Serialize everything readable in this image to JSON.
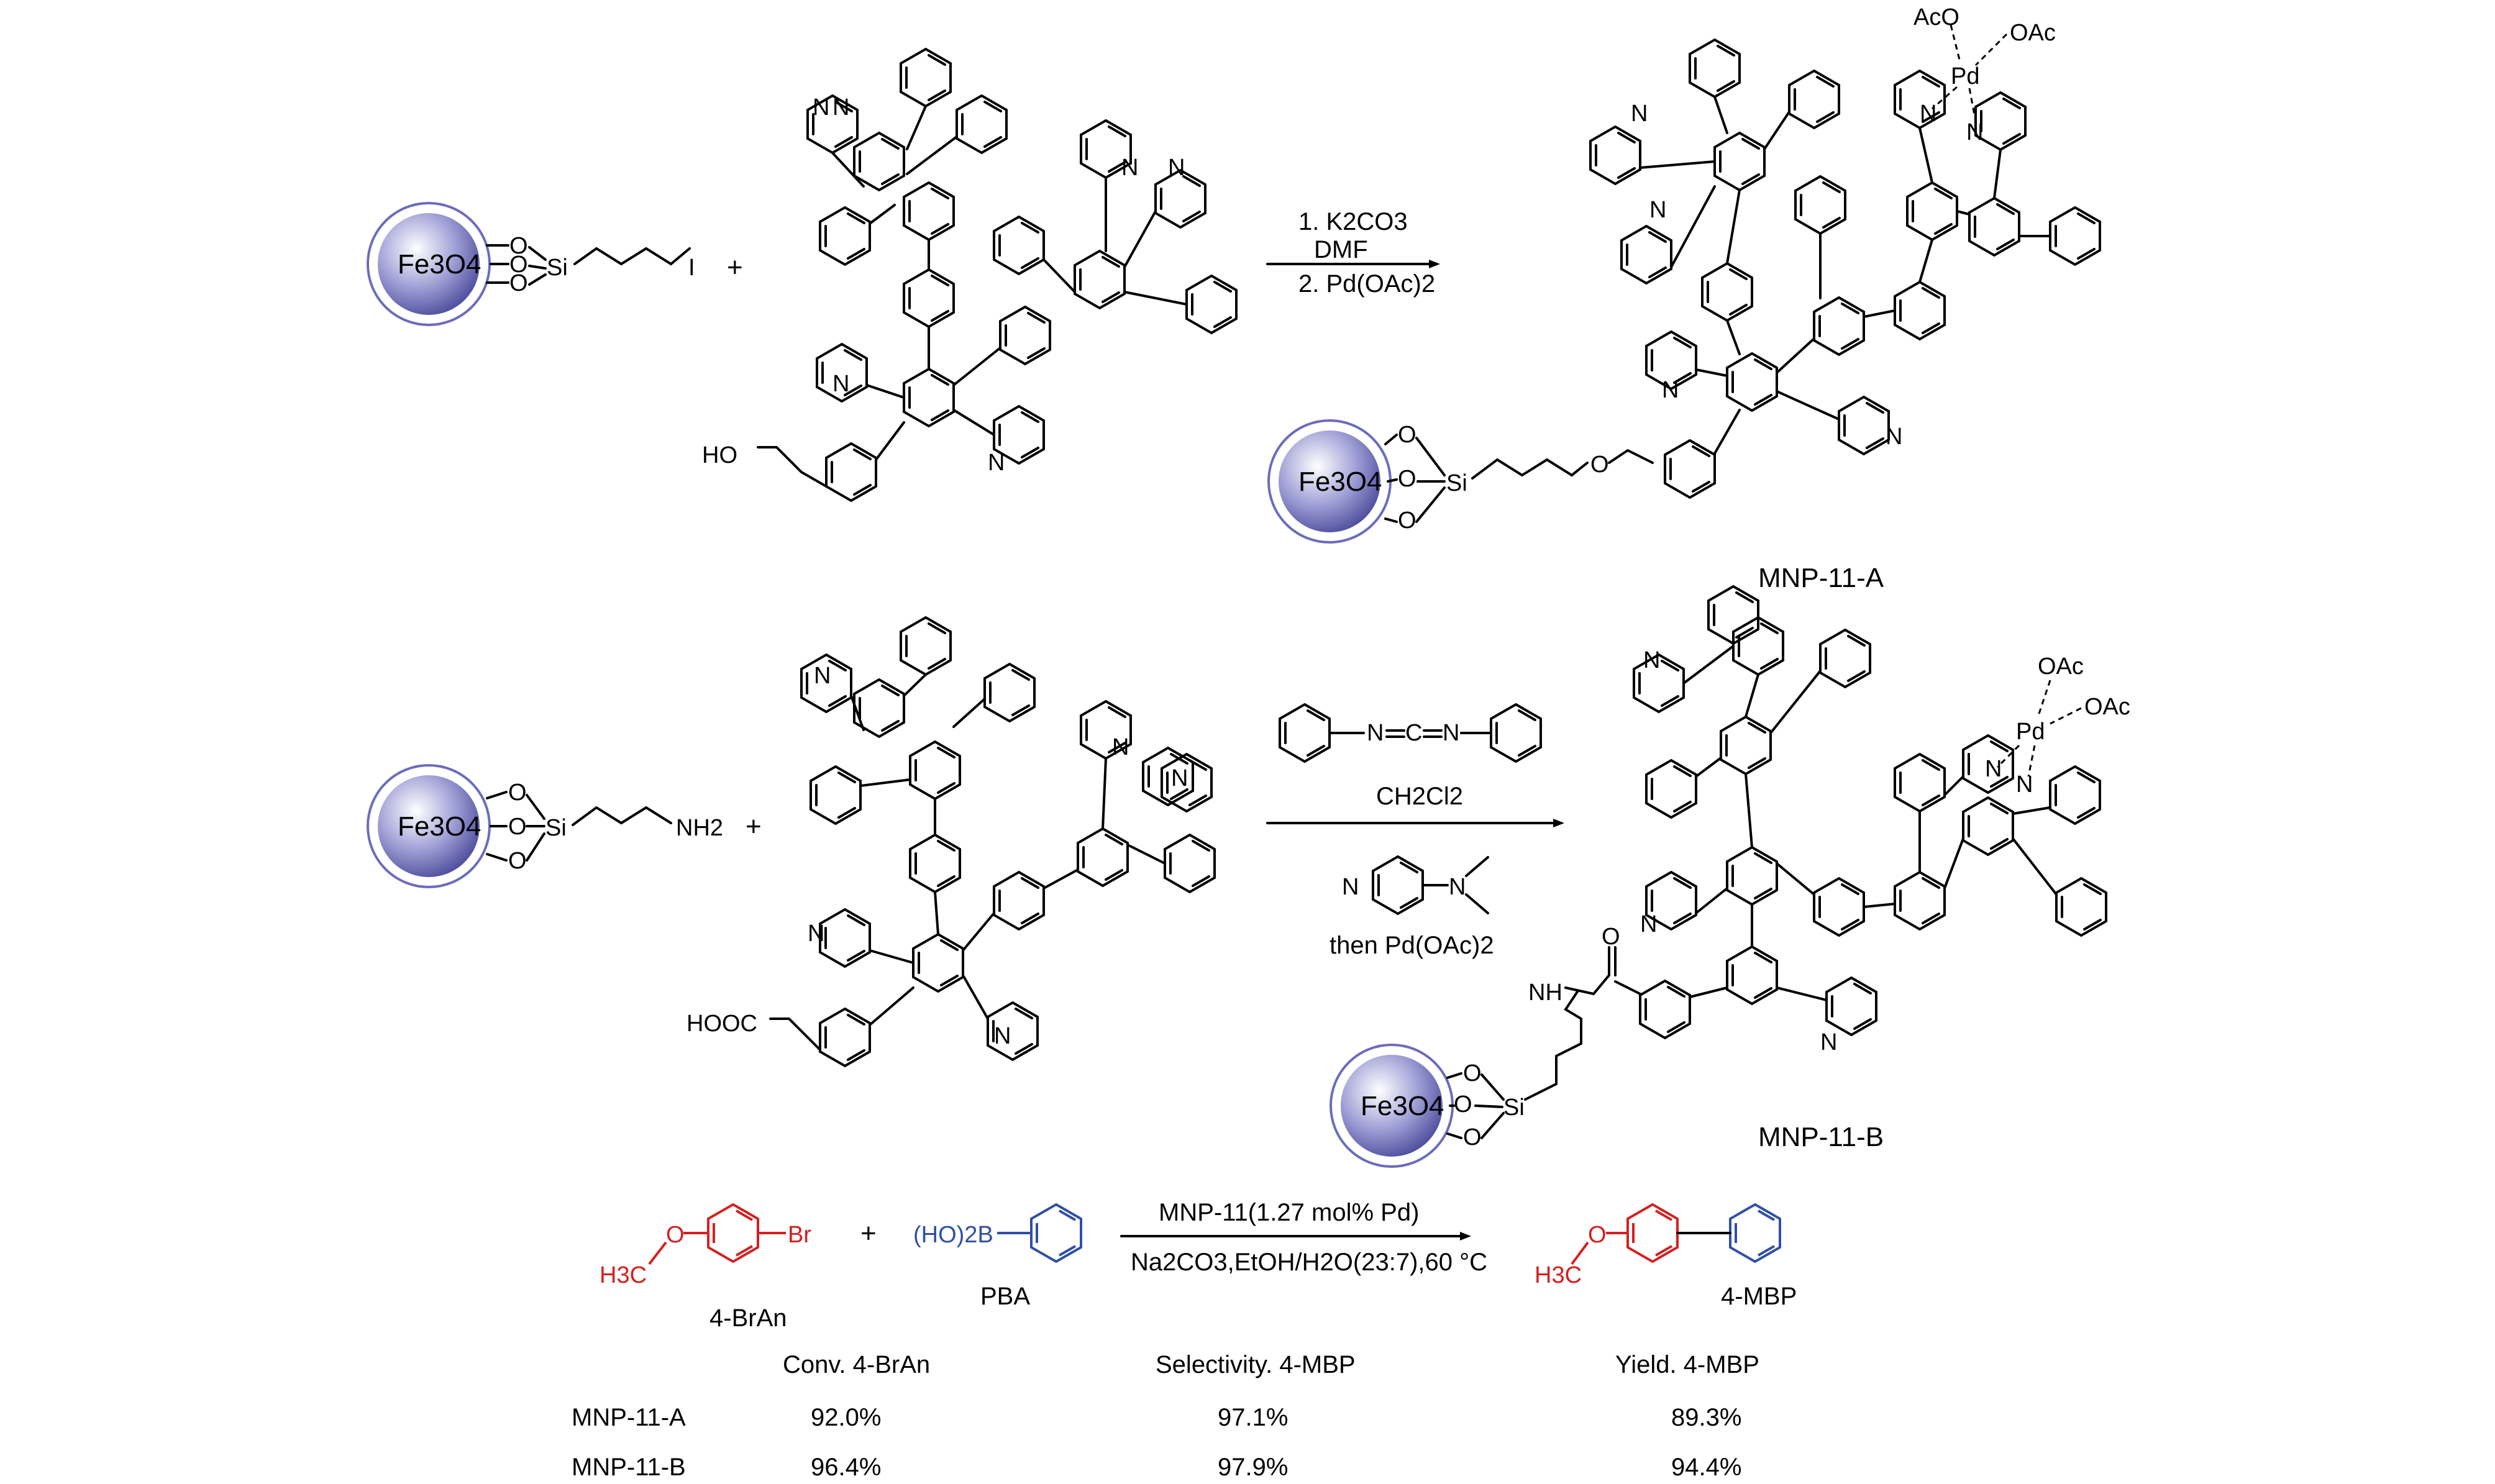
{
  "scheme_a": {
    "core": "Fe3O4",
    "o": "O",
    "si": "Si",
    "halide": "I",
    "plus": "+",
    "linker": "HO",
    "n": "N",
    "conditions": [
      "1. K2CO3",
      "DMF",
      "2. Pd(OAc)2"
    ],
    "product": "MNP-11-A",
    "pd": "Pd",
    "aco": "AcO",
    "oac": "OAc"
  },
  "scheme_b": {
    "core": "Fe3O4",
    "o": "O",
    "si": "Si",
    "amine": "NH2",
    "plus": "+",
    "acid": "HOOC",
    "n": "N",
    "nh": "NH",
    "conditions": [
      "CH2Cl2",
      "then Pd(OAc)2"
    ],
    "product": "MNP-11-B",
    "pd": "Pd",
    "oac": "OAc"
  },
  "reaction": {
    "reactant1": "4-BrAn",
    "br": "Br",
    "ch3": "H3C",
    "o": "O",
    "plus": "+",
    "boronic": "(HO)2B",
    "reactant2": "PBA",
    "conditions_top": "MNP-11(1.27 mol% Pd)",
    "conditions_bottom": "Na2CO3,EtOH/H2O(23:7),60 °C",
    "product": "4-MBP"
  },
  "table": {
    "headers": [
      "Conv. 4-BrAn",
      "Selectivity. 4-MBP",
      "Yield. 4-MBP"
    ],
    "rows": [
      {
        "catalyst": "MNP-11-A",
        "values": [
          "92.0%",
          "97.1%",
          "89.3%"
        ]
      },
      {
        "catalyst": "MNP-11-B",
        "values": [
          "96.4%",
          "97.9%",
          "94.4%"
        ]
      }
    ]
  },
  "colors": {
    "red": "#d42020",
    "blue": "#2f4fa6",
    "sphere": "#7f7fc4"
  }
}
